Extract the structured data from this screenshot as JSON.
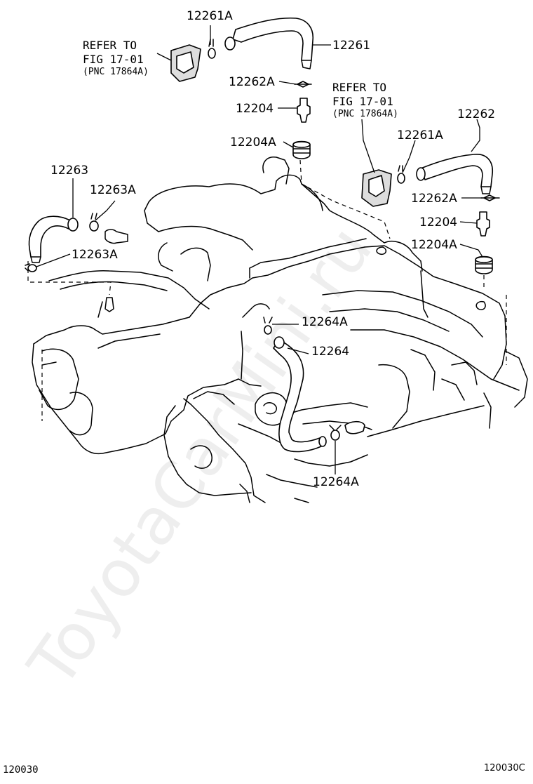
{
  "watermark": "ToyotaCarMini.ru",
  "refer_left": {
    "line1": "REFER TO",
    "line2": "FIG 17-01",
    "line3": "(PNC 17864A)"
  },
  "refer_right": {
    "line1": "REFER TO",
    "line2": "FIG 17-01",
    "line3": "(PNC 17864A)"
  },
  "part_labels": {
    "p12261A_top": "12261A",
    "p12261": "12261",
    "p12262A_top": "12262A",
    "p12204_top": "12204",
    "p12204A_top": "12204A",
    "p12262": "12262",
    "p12261A_right": "12261A",
    "p12262A_right": "12262A",
    "p12204_right": "12204",
    "p12204A_right": "12204A",
    "p12263": "12263",
    "p12263A_top": "12263A",
    "p12263A_bottom": "12263A",
    "p12264A_top": "12264A",
    "p12264": "12264",
    "p12264A_bottom": "12264A"
  },
  "footer": {
    "left_code": "120030",
    "right_code": "120030C"
  }
}
